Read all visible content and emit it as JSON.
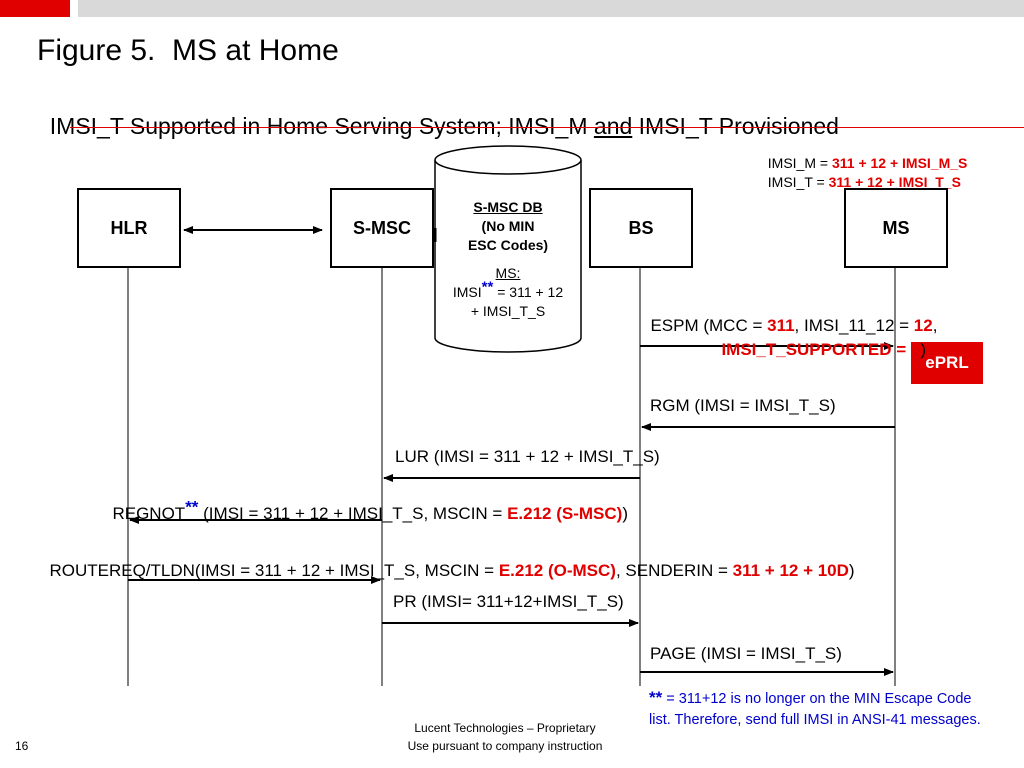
{
  "header": {
    "title": "Figure 5.  MS at Home"
  },
  "subtitle": {
    "part1": "IMSI_T Supported in Home Serving System; IMSI_M ",
    "and": "and",
    "part2": " IMSI_T Provisioned"
  },
  "imsi_info": {
    "m_label": "IMSI_M = ",
    "m_value": "311 + 12 + IMSI_M_S",
    "t_label": "IMSI_T = ",
    "t_value": "311 + 12 + IMSI_T_S"
  },
  "entities": {
    "hlr": "HLR",
    "smsc": "S-MSC",
    "bs": "BS",
    "ms": "MS"
  },
  "db": {
    "title": "S-MSC DB",
    "line2": "(No MIN",
    "line3": "ESC Codes)",
    "ms_label": "MS:",
    "imsi_prefix": "IMSI",
    "stars": "**",
    "imsi_rest": " = 311 + 12",
    "imsi_line2": "+ IMSI_T_S"
  },
  "eprl": "ePRL",
  "messages": {
    "espm": {
      "a": "ESPM (MCC = ",
      "b": "311",
      "c": ", IMSI_11_12 = ",
      "d": "12",
      "e": ",",
      "f": "IMSI_T_SUPPORTED = 1",
      "g": ")"
    },
    "rgm": "RGM (IMSI = IMSI_T_S)",
    "lur": "LUR (IMSI = 311 + 12 + IMSI_T_S)",
    "regnot": {
      "a": "REGNOT",
      "stars": "**",
      "b": " (IMSI = 311 + 12 + IMSI_T_S, MSCIN = ",
      "c": "E.212 (S-MSC)",
      "d": ")"
    },
    "routereq": {
      "a": "ROUTEREQ/TLDN(IMSI = 311 + 12 + IMSI_T_S, MSCIN = ",
      "b": "E.212 (O-MSC)",
      "c": ", SENDERIN = ",
      "d": "311 + 12 + 10D",
      "e": ")"
    },
    "pr": "PR (IMSI= 311+12+IMSI_T_S)",
    "page": "PAGE (IMSI = IMSI_T_S)"
  },
  "footnote": {
    "stars": "**",
    "text": " = 311+12 is no longer on the MIN Escape Code list.  Therefore, send full IMSI in ANSI-41 messages."
  },
  "footer": {
    "company": "Lucent Technologies – Proprietary",
    "usage": "Use pursuant to company instruction",
    "page": "16"
  }
}
